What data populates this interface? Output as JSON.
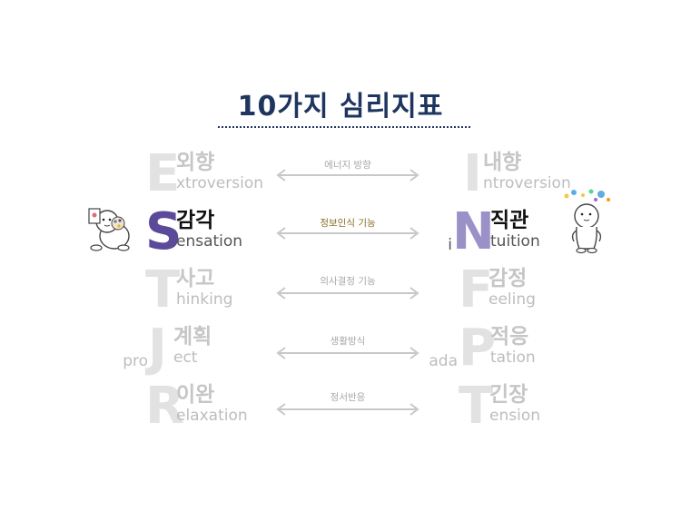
{
  "title": "10가지 심리지표",
  "pairs": [
    {
      "label": "에너지 방향",
      "left": {
        "letter": "E",
        "korean": "외향",
        "rest": "xtroversion",
        "prefix": ""
      },
      "right": {
        "letter": "I",
        "korean": "내향",
        "rest": "ntroversion",
        "prefix": ""
      }
    },
    {
      "label": "정보인식 기능",
      "left": {
        "letter": "S",
        "korean": "감각",
        "rest": "ensation",
        "prefix": ""
      },
      "right": {
        "letter": "N",
        "korean": "직관",
        "rest": "tuition",
        "prefix": "i"
      }
    },
    {
      "label": "의사결정 기능",
      "left": {
        "letter": "T",
        "korean": "사고",
        "rest": "hinking",
        "prefix": ""
      },
      "right": {
        "letter": "F",
        "korean": "감정",
        "rest": "eeling",
        "prefix": ""
      }
    },
    {
      "label": "생활방식",
      "left": {
        "letter": "J",
        "korean": "계획",
        "rest": "ect",
        "prefix": "pro"
      },
      "right": {
        "letter": "P",
        "korean": "적응",
        "rest": "tation",
        "prefix": "ada"
      }
    },
    {
      "label": "정서반응",
      "left": {
        "letter": "R",
        "korean": "이완",
        "rest": "elaxation",
        "prefix": ""
      },
      "right": {
        "letter": "T",
        "korean": "긴장",
        "rest": "ension",
        "prefix": ""
      }
    }
  ],
  "colors": {
    "title": "#1e3560",
    "inactive_letter": "#e2e2e2",
    "highlight_s": "#5b4a9a",
    "highlight_n": "#9c90c8",
    "arrow": "#c8c8c8"
  }
}
